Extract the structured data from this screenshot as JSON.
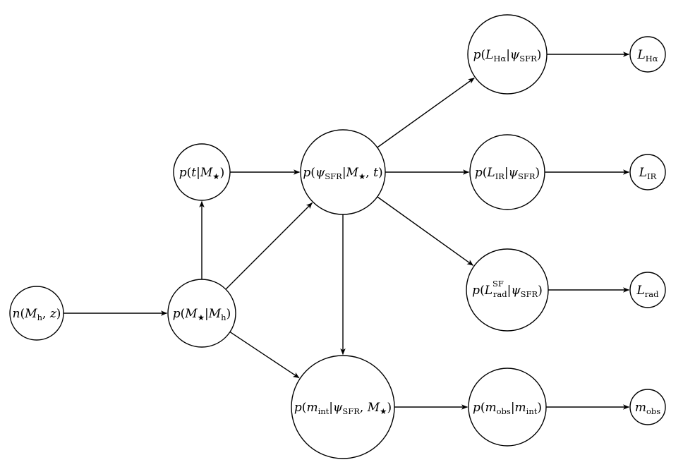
{
  "colors": {
    "source_fill": "#f4a3a6",
    "observable_fill": "#fbf8a6",
    "node_fill": "#ffffff",
    "stroke": "#000000"
  },
  "nodes": {
    "halo_mass_function": "n(Mh, z)",
    "stellar_mass": "p(M★|Mh)",
    "time": "p(t|M★)",
    "sfr": "p(ψSFR|M★, t)",
    "intrinsic_magnitude": "p(mint|ψSFR, M★)",
    "halpha_luminosity": "p(LHα|ψSFR)",
    "ir_luminosity": "p(LIR|ψSFR)",
    "radio_luminosity": "p(L^SF_rad|ψSFR)",
    "observed_magnitude": "p(mobs|mint)",
    "obs_halpha": "LHα",
    "obs_ir": "LIR",
    "obs_radio": "Lrad",
    "obs_magnitude": "mobs"
  },
  "edges": [
    [
      "halo_mass_function",
      "stellar_mass"
    ],
    [
      "stellar_mass",
      "time"
    ],
    [
      "stellar_mass",
      "sfr"
    ],
    [
      "stellar_mass",
      "intrinsic_magnitude"
    ],
    [
      "time",
      "sfr"
    ],
    [
      "sfr",
      "intrinsic_magnitude"
    ],
    [
      "sfr",
      "halpha_luminosity"
    ],
    [
      "sfr",
      "ir_luminosity"
    ],
    [
      "sfr",
      "radio_luminosity"
    ],
    [
      "halpha_luminosity",
      "obs_halpha"
    ],
    [
      "ir_luminosity",
      "obs_ir"
    ],
    [
      "radio_luminosity",
      "obs_radio"
    ],
    [
      "intrinsic_magnitude",
      "observed_magnitude"
    ],
    [
      "observed_magnitude",
      "obs_magnitude"
    ]
  ]
}
